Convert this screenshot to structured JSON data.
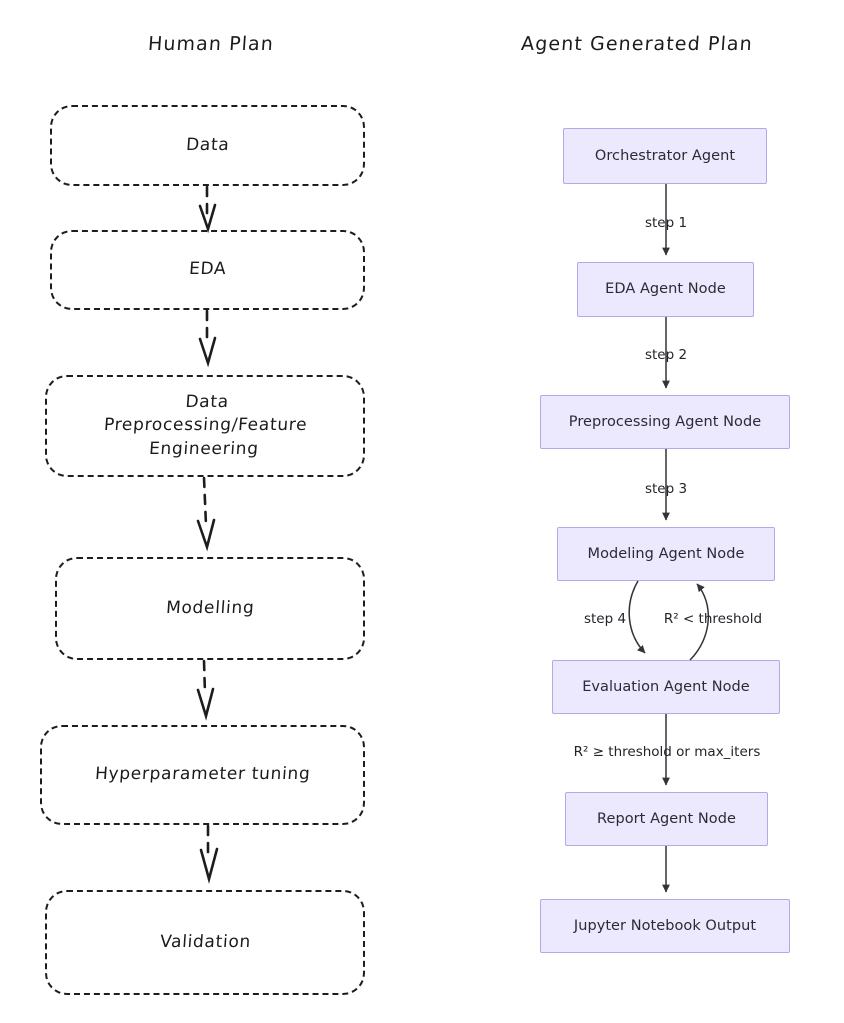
{
  "columns": {
    "left": {
      "title": "Human Plan"
    },
    "right": {
      "title": "Agent Generated Plan"
    }
  },
  "palette": {
    "node_fill": "#ece8fd",
    "node_border": "#b9a6e8",
    "node_text": "#2b2b35",
    "edge_stroke": "#333338",
    "hand_stroke": "#1d1d1f",
    "background": "#ffffff"
  },
  "human_plan": {
    "nodes": [
      {
        "id": "data",
        "label": "Data"
      },
      {
        "id": "eda",
        "label": "EDA"
      },
      {
        "id": "prep",
        "label": "Data Preprocessing/Feature Engineering"
      },
      {
        "id": "modelling",
        "label": "Modelling"
      },
      {
        "id": "hyperparam",
        "label": "Hyperparameter tuning"
      },
      {
        "id": "validation",
        "label": "Validation"
      }
    ],
    "edges": [
      {
        "from": "data",
        "to": "eda",
        "label": ""
      },
      {
        "from": "eda",
        "to": "prep",
        "label": ""
      },
      {
        "from": "prep",
        "to": "modelling",
        "label": ""
      },
      {
        "from": "modelling",
        "to": "hyperparam",
        "label": ""
      },
      {
        "from": "hyperparam",
        "to": "validation",
        "label": ""
      }
    ]
  },
  "agent_plan": {
    "nodes": [
      {
        "id": "orchestrator",
        "label": "Orchestrator Agent"
      },
      {
        "id": "eda_node",
        "label": "EDA Agent Node"
      },
      {
        "id": "prep_node",
        "label": "Preprocessing Agent Node"
      },
      {
        "id": "model_node",
        "label": "Modeling Agent Node"
      },
      {
        "id": "eval_node",
        "label": "Evaluation Agent Node"
      },
      {
        "id": "report_node",
        "label": "Report Agent Node"
      },
      {
        "id": "notebook",
        "label": "Jupyter Notebook Output"
      }
    ],
    "edges": [
      {
        "from": "orchestrator",
        "to": "eda_node",
        "label": "step 1"
      },
      {
        "from": "eda_node",
        "to": "prep_node",
        "label": "step 2"
      },
      {
        "from": "prep_node",
        "to": "model_node",
        "label": "step 3"
      },
      {
        "from": "model_node",
        "to": "eval_node",
        "label": "step 4"
      },
      {
        "from": "eval_node",
        "to": "model_node",
        "label": "R² < threshold"
      },
      {
        "from": "eval_node",
        "to": "report_node",
        "label": "R² ≥ threshold or max_iters"
      },
      {
        "from": "report_node",
        "to": "notebook",
        "label": ""
      }
    ]
  }
}
